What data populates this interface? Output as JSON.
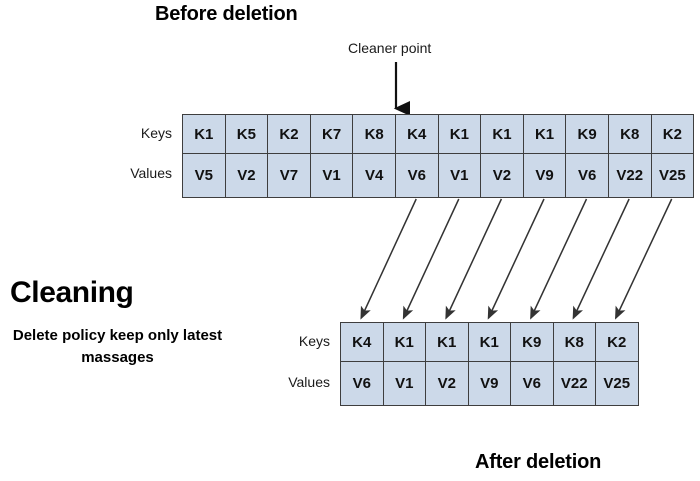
{
  "diagram": {
    "title_before": "Before deletion",
    "title_after": "After deletion",
    "cleaner_point_label": "Cleaner point",
    "cleaning_heading": "Cleaning",
    "cleaning_subtitle": "Delete policy keep only latest massages",
    "colors": {
      "cell_fill": "#ccd9e9",
      "cell_border": "#3e3e3e",
      "text": "#111111",
      "arrow": "#333333",
      "background": "#ffffff"
    }
  },
  "before_table": {
    "row_labels": {
      "keys": "Keys",
      "values": "Values"
    },
    "keys": [
      "K1",
      "K5",
      "K2",
      "K7",
      "K8",
      "K4",
      "K1",
      "K1",
      "K1",
      "K9",
      "K8",
      "K2"
    ],
    "values": [
      "V5",
      "V2",
      "V7",
      "V1",
      "V4",
      "V6",
      "V1",
      "V2",
      "V9",
      "V6",
      "V22",
      "V25"
    ],
    "cleaner_point_index": 5,
    "column_count": 12
  },
  "after_table": {
    "row_labels": {
      "keys": "Keys",
      "values": "Values"
    },
    "keys": [
      "K4",
      "K1",
      "K1",
      "K1",
      "K9",
      "K8",
      "K2"
    ],
    "values": [
      "V6",
      "V1",
      "V2",
      "V9",
      "V6",
      "V22",
      "V25"
    ],
    "column_count": 7
  },
  "mappings": [
    {
      "from_index": 5,
      "to_index": 0,
      "key": "K4",
      "value": "V6"
    },
    {
      "from_index": 6,
      "to_index": 1,
      "key": "K1",
      "value": "V1"
    },
    {
      "from_index": 7,
      "to_index": 2,
      "key": "K1",
      "value": "V2"
    },
    {
      "from_index": 8,
      "to_index": 3,
      "key": "K1",
      "value": "V9"
    },
    {
      "from_index": 9,
      "to_index": 4,
      "key": "K9",
      "value": "V6"
    },
    {
      "from_index": 10,
      "to_index": 5,
      "key": "K8",
      "value": "V22"
    },
    {
      "from_index": 11,
      "to_index": 6,
      "key": "K2",
      "value": "V25"
    }
  ]
}
